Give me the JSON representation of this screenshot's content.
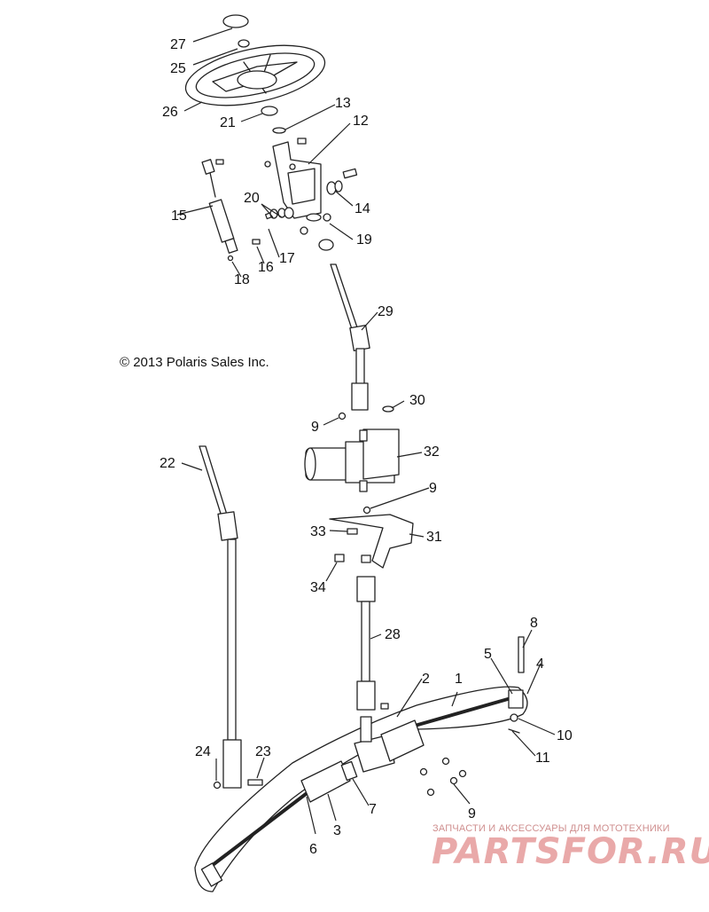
{
  "copyright": "© 2013 Polaris Sales Inc.",
  "watermark": {
    "caption": "ЗАПЧАСТИ И АКСЕССУАРЫ ДЛЯ МОТОТЕХНИКИ",
    "logo": "PARTSFOR.RU"
  },
  "callouts": {
    "c1": "1",
    "c2": "2",
    "c3": "3",
    "c4": "4",
    "c5": "5",
    "c6": "6",
    "c7": "7",
    "c8": "8",
    "c9a": "9",
    "c9b": "9",
    "c9c": "9",
    "c10": "10",
    "c11": "11",
    "c12": "12",
    "c13": "13",
    "c14": "14",
    "c15": "15",
    "c16": "16",
    "c17": "17",
    "c18": "18",
    "c19": "19",
    "c20": "20",
    "c21": "21",
    "c22": "22",
    "c23": "23",
    "c24": "24",
    "c25": "25",
    "c26": "26",
    "c27": "27",
    "c28": "28",
    "c29": "29",
    "c30": "30",
    "c31": "31",
    "c32": "32",
    "c33": "33",
    "c34": "34"
  }
}
